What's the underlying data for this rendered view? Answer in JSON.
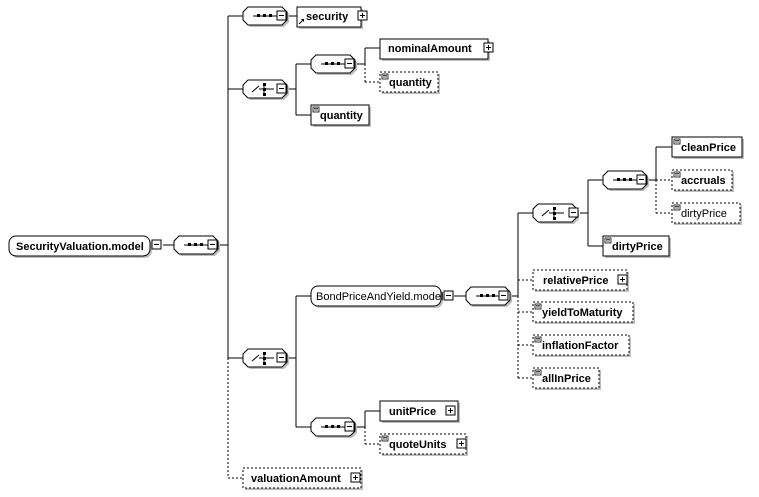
{
  "diagram": {
    "root": {
      "label": "SecurityValuation.model"
    },
    "elements": {
      "security": "security",
      "nominalAmount": "nominalAmount",
      "quantity_optional": "quantity",
      "quantity": "quantity",
      "cleanPrice": "cleanPrice",
      "accruals": "accruals",
      "dirtyPrice_optional": "dirtyPrice",
      "dirtyPrice": "dirtyPrice",
      "bondGroup": "BondPriceAndYield.model",
      "relativePrice": "relativePrice",
      "yieldToMaturity": "yieldToMaturity",
      "inflationFactor": "inflationFactor",
      "allInPrice": "allInPrice",
      "unitPrice": "unitPrice",
      "quoteUnits": "quoteUnits",
      "valuationAmount": "valuationAmount"
    },
    "compositors": {
      "sequence_icon": "sequence-icon",
      "choice_icon": "choice-icon"
    }
  }
}
